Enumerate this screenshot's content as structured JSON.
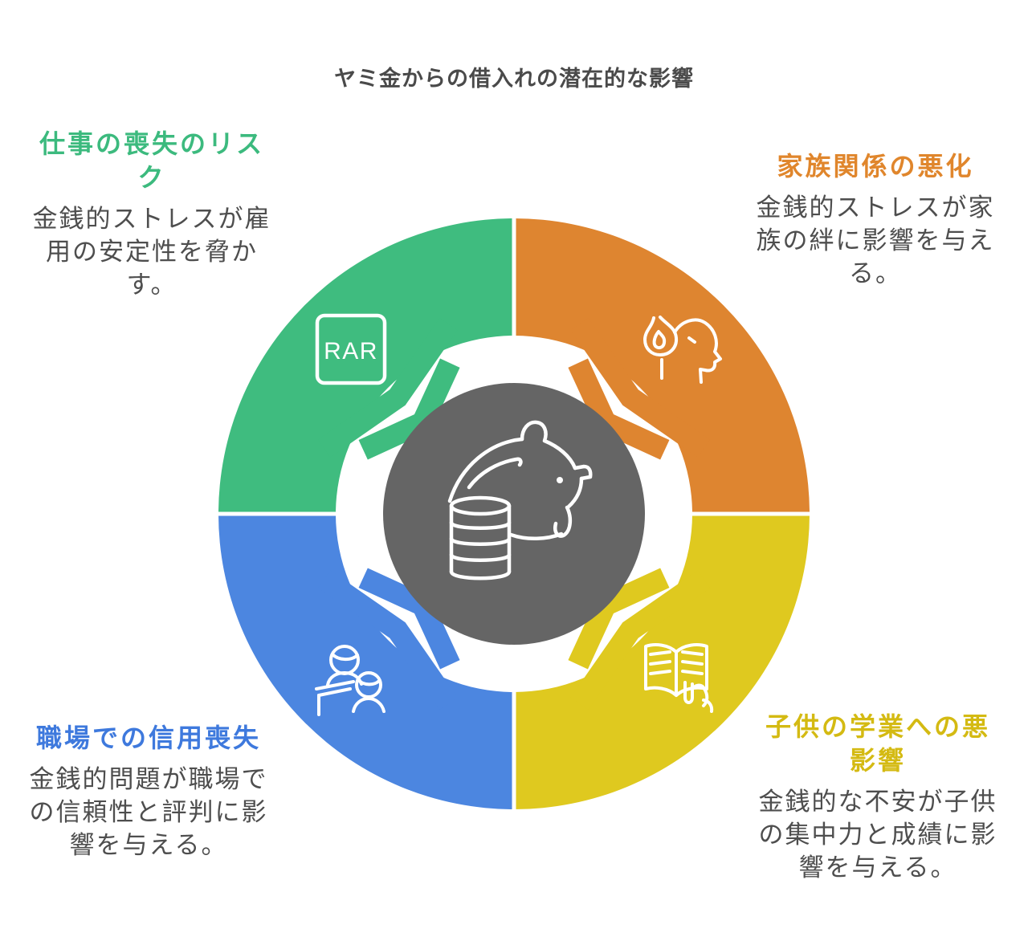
{
  "title": "ヤミ金からの借入れの潜在的な影響",
  "diagram": {
    "type": "segmented-cycle-infographic",
    "center": {
      "icon": "piggy-bank-coins-icon",
      "background_color": "#656565"
    },
    "segments": [
      {
        "position": "top-left",
        "heading": "仕事の喪失のリスク",
        "body": "金銭的ストレスが雇用の安定性を脅かす。",
        "icon": "rar-file-icon",
        "icon_label": "RAR",
        "color": "#3fbc7f",
        "heading_color": "#3cba7e"
      },
      {
        "position": "top-right",
        "heading": "家族関係の悪化",
        "body": "金銭的ストレスが家族の絆に影響を与える。",
        "icon": "stressed-head-flame-icon",
        "color": "#de8530",
        "heading_color": "#e0862c"
      },
      {
        "position": "bottom-left",
        "heading": "職場での信用喪失",
        "body": "金銭的問題が職場での信頼性と評判に影響を与える。",
        "icon": "people-meeting-desk-icon",
        "color": "#4c86e0",
        "heading_color": "#3e79dd"
      },
      {
        "position": "bottom-right",
        "heading": "子供の学業への悪影響",
        "body": "金銭的な不安が子供の集中力と成績に影響を与える。",
        "icon": "open-book-hand-icon",
        "color": "#dfc91f",
        "heading_color": "#d4ba12"
      }
    ]
  },
  "colors": {
    "green": "#3fbc7f",
    "orange": "#de8530",
    "blue": "#4c86e0",
    "yellow": "#dfc91f",
    "center_gray": "#656565",
    "body_text": "#4e4e4e",
    "title_text": "#4a4a4a",
    "background": "#ffffff",
    "icon_stroke": "#ffffff"
  }
}
